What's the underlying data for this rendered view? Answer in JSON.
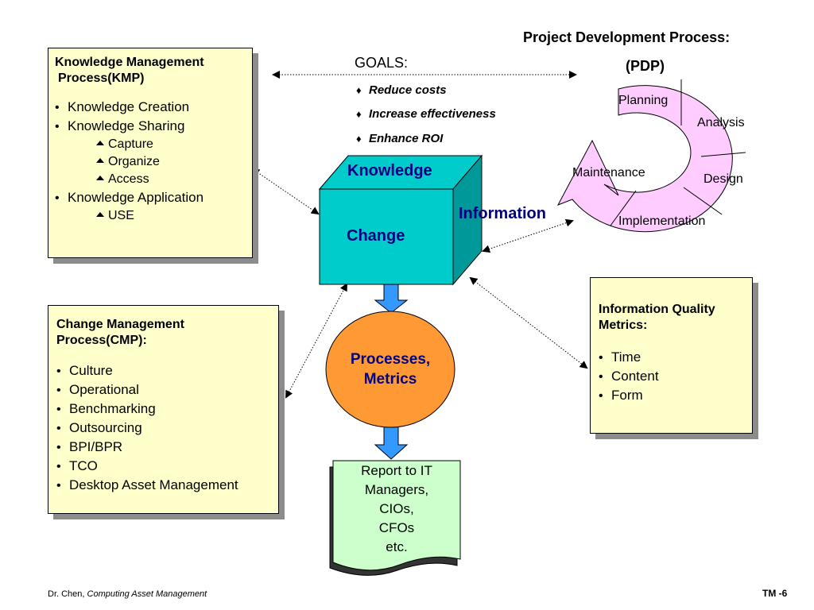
{
  "pdp": {
    "title_line1": "Project Development Process:",
    "title_line2": "(PDP)",
    "stages": {
      "planning": "Planning",
      "analysis": "Analysis",
      "design": "Design",
      "implementation": "Implementation",
      "maintenance": "Maintenance"
    }
  },
  "kmp": {
    "title_line1": "Knowledge Management",
    "title_line2": "Process(KMP)",
    "items": [
      {
        "label": "Knowledge Creation",
        "subs": []
      },
      {
        "label": "Knowledge Sharing",
        "subs": [
          "Capture",
          "Organize",
          "Access"
        ]
      },
      {
        "label": "Knowledge Application",
        "subs": [
          "USE"
        ]
      }
    ]
  },
  "goals": {
    "title": "GOALS:",
    "items": [
      "Reduce costs",
      "Increase effectiveness",
      "Enhance ROI"
    ]
  },
  "cube": {
    "top": "Knowledge",
    "front": "Change",
    "side": "Information"
  },
  "cmp": {
    "title_line1": "Change Management",
    "title_line2": "Process(CMP):",
    "items": [
      "Culture",
      "Operational",
      "Benchmarking",
      "Outsourcing",
      "BPI/BPR",
      "TCO",
      "Desktop Asset Management"
    ]
  },
  "processes": {
    "line1": "Processes,",
    "line2": "Metrics"
  },
  "iqm": {
    "title_line1": "Information Quality",
    "title_line2": "Metrics:",
    "items": [
      "Time",
      "Content",
      "Form"
    ]
  },
  "report": {
    "lines": [
      "Report to IT",
      "Managers,",
      "CIOs,",
      "CFOs",
      "etc."
    ]
  },
  "footer": {
    "author": "Dr. Chen,",
    "course": "Computing Asset Management",
    "page": "TM -6"
  },
  "colors": {
    "box_fill": "#ffffcc",
    "cube_front": "#00cccc",
    "cube_side": "#009999",
    "circle": "#ff9933",
    "arrow": "#3399ff",
    "report": "#ccffcc",
    "pdp": "#ffccff"
  }
}
